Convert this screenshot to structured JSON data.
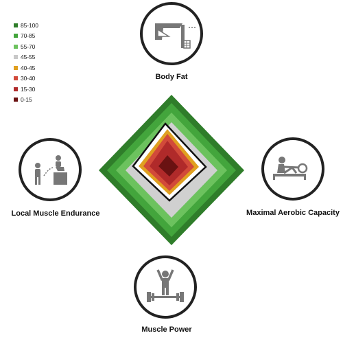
{
  "legend": [
    {
      "label": "85-100",
      "color": "#2f7d2a"
    },
    {
      "label": "70-85",
      "color": "#43a53c"
    },
    {
      "label": "55-70",
      "color": "#6cc25e"
    },
    {
      "label": "45-55",
      "color": "#c8c8c8"
    },
    {
      "label": "40-45",
      "color": "#e0a020"
    },
    {
      "label": "30-40",
      "color": "#d24a3a"
    },
    {
      "label": "15-30",
      "color": "#b02a2a"
    },
    {
      "label": "0-15",
      "color": "#6a1212"
    }
  ],
  "categories": {
    "top": "Body Fat",
    "right": "Maximal Aerobic Capacity",
    "bottom": "Muscle Power",
    "left": "Local Muscle Endurance"
  },
  "icons": {
    "top": "skinfold-caliper-icon",
    "right": "rowing-machine-icon",
    "bottom": "weightlifting-icon",
    "left": "box-jump-icon"
  },
  "colors": {
    "circle_stroke": "#222222",
    "icon": "#777777",
    "outline": "#111111"
  }
}
